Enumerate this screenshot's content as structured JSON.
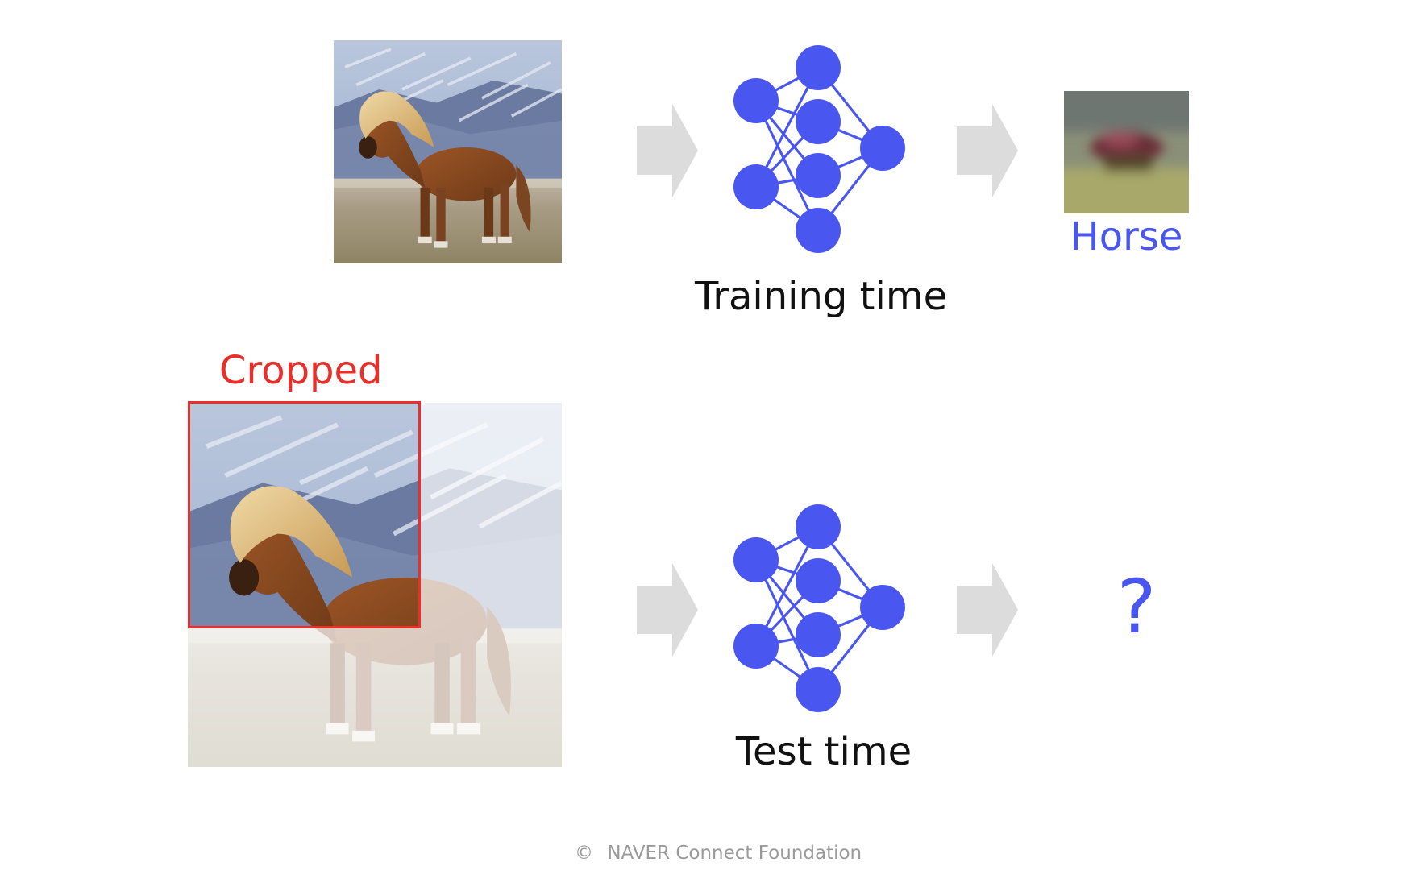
{
  "training": {
    "caption": "Training time",
    "output_label": "Horse"
  },
  "test": {
    "caption": "Test time",
    "crop_label": "Cropped",
    "output_label": "?"
  },
  "footer": {
    "copyright_symbol": "©",
    "text": "NAVER Connect Foundation"
  },
  "colors": {
    "network": "#4a56f0",
    "arrow": "#dcdcdc",
    "crop": "#e8302a",
    "output_text": "#4a56f0",
    "caption": "#111111",
    "footer": "#9a9a9a"
  }
}
